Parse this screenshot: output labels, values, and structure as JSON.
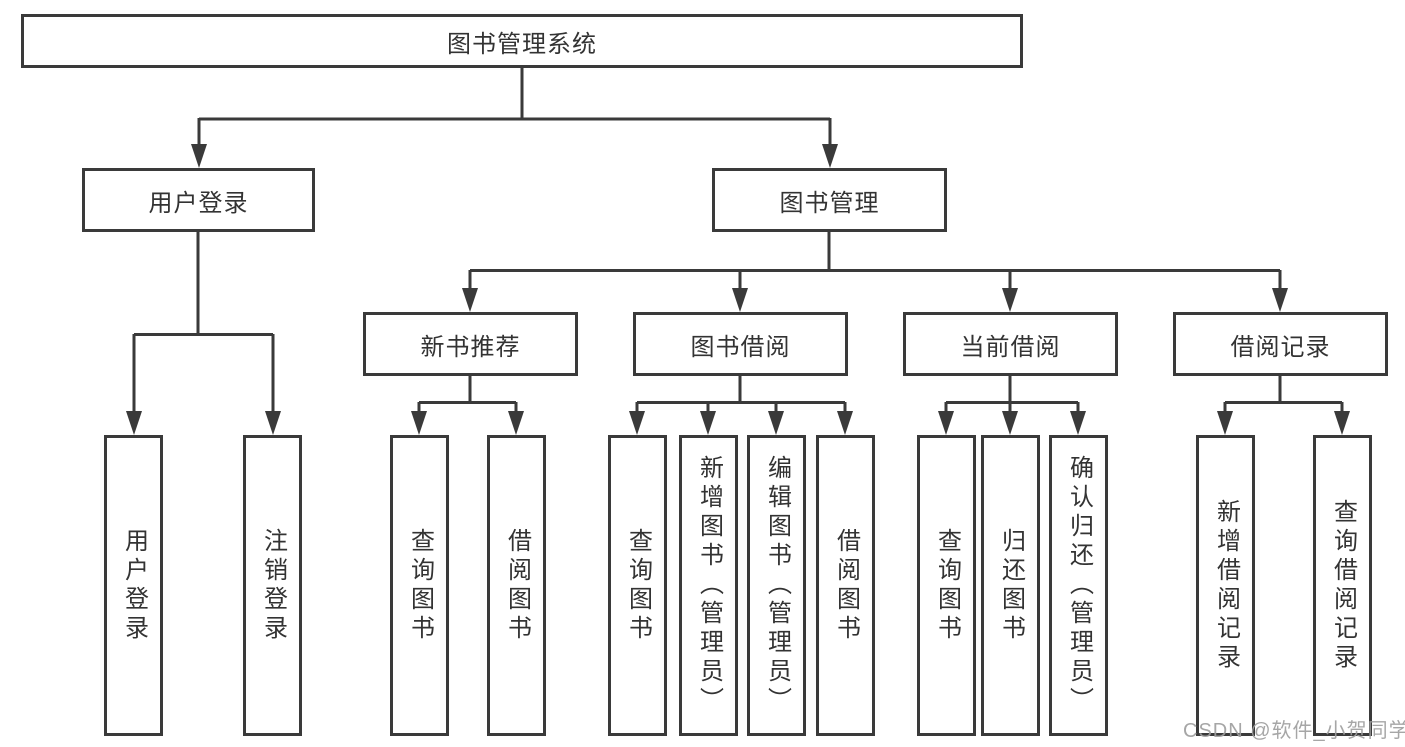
{
  "diagram": {
    "root": {
      "label": "图书管理系统"
    },
    "level1": [
      {
        "label": "用户登录"
      },
      {
        "label": "图书管理"
      }
    ],
    "level2": [
      {
        "label": "新书推荐"
      },
      {
        "label": "图书借阅"
      },
      {
        "label": "当前借阅"
      },
      {
        "label": "借阅记录"
      }
    ],
    "leaves": {
      "user_login": [
        "用户登录",
        "注销登录"
      ],
      "new_book_recommend": [
        "查询图书",
        "借阅图书"
      ],
      "book_borrow": [
        "查询图书",
        "新增图书（管理员）",
        "编辑图书（管理员）",
        "借阅图书"
      ],
      "current_borrow": [
        "查询图书",
        "归还图书",
        "确认归还（管理员）"
      ],
      "borrow_records": [
        "新增借阅记录",
        "查询借阅记录"
      ]
    }
  },
  "watermark": {
    "text": "CSDN @软件_小贺同学"
  },
  "colors": {
    "line": "#3a3a3a",
    "box_border": "#3a3a3a",
    "text": "#333333",
    "background": "#ffffff",
    "watermark": "#9e9e9e"
  }
}
